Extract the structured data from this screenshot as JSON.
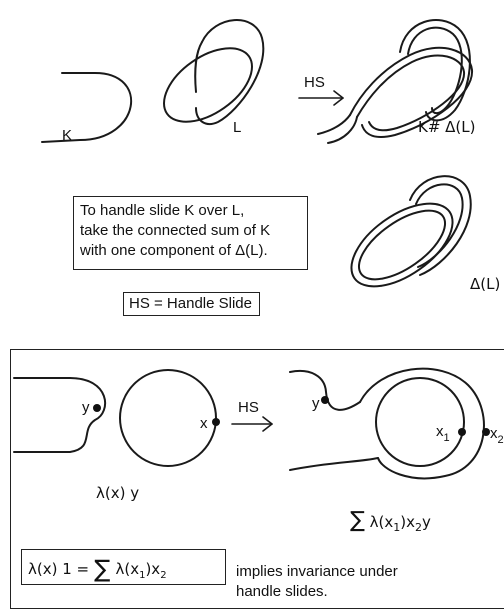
{
  "top_panel": {
    "label_k": "K",
    "label_l": "L",
    "arrow_label": "HS",
    "label_result": "K# Δ(L)",
    "label_delta": "Δ(L)",
    "explanation_lines": [
      "To handle slide K over L,",
      "take the connected sum of K",
      "with one component of Δ(L)."
    ],
    "legend": "HS = Handle Slide"
  },
  "bottom_panel": {
    "label_y_left": "y",
    "label_x_left": "x",
    "arrow_label": "HS",
    "label_y_right": "y",
    "label_x1": "x",
    "label_x1_sub": "1",
    "label_x2": "x",
    "label_x2_sub": "2",
    "caption_left": "λ(x) y",
    "caption_right_sigma": "∑",
    "caption_right_a": "λ(x",
    "caption_right_sub1": "1",
    "caption_right_b": ")x",
    "caption_right_sub2": "2",
    "caption_right_c": "y",
    "formula": {
      "lhs": "λ(x) 1  =",
      "sigma": "∑",
      "rhs_a": "λ(x",
      "rhs_sub1": "1",
      "rhs_b": ")x",
      "rhs_sub2": "2"
    },
    "conclusion_line1": "implies invariance under",
    "conclusion_line2": "handle slides."
  }
}
